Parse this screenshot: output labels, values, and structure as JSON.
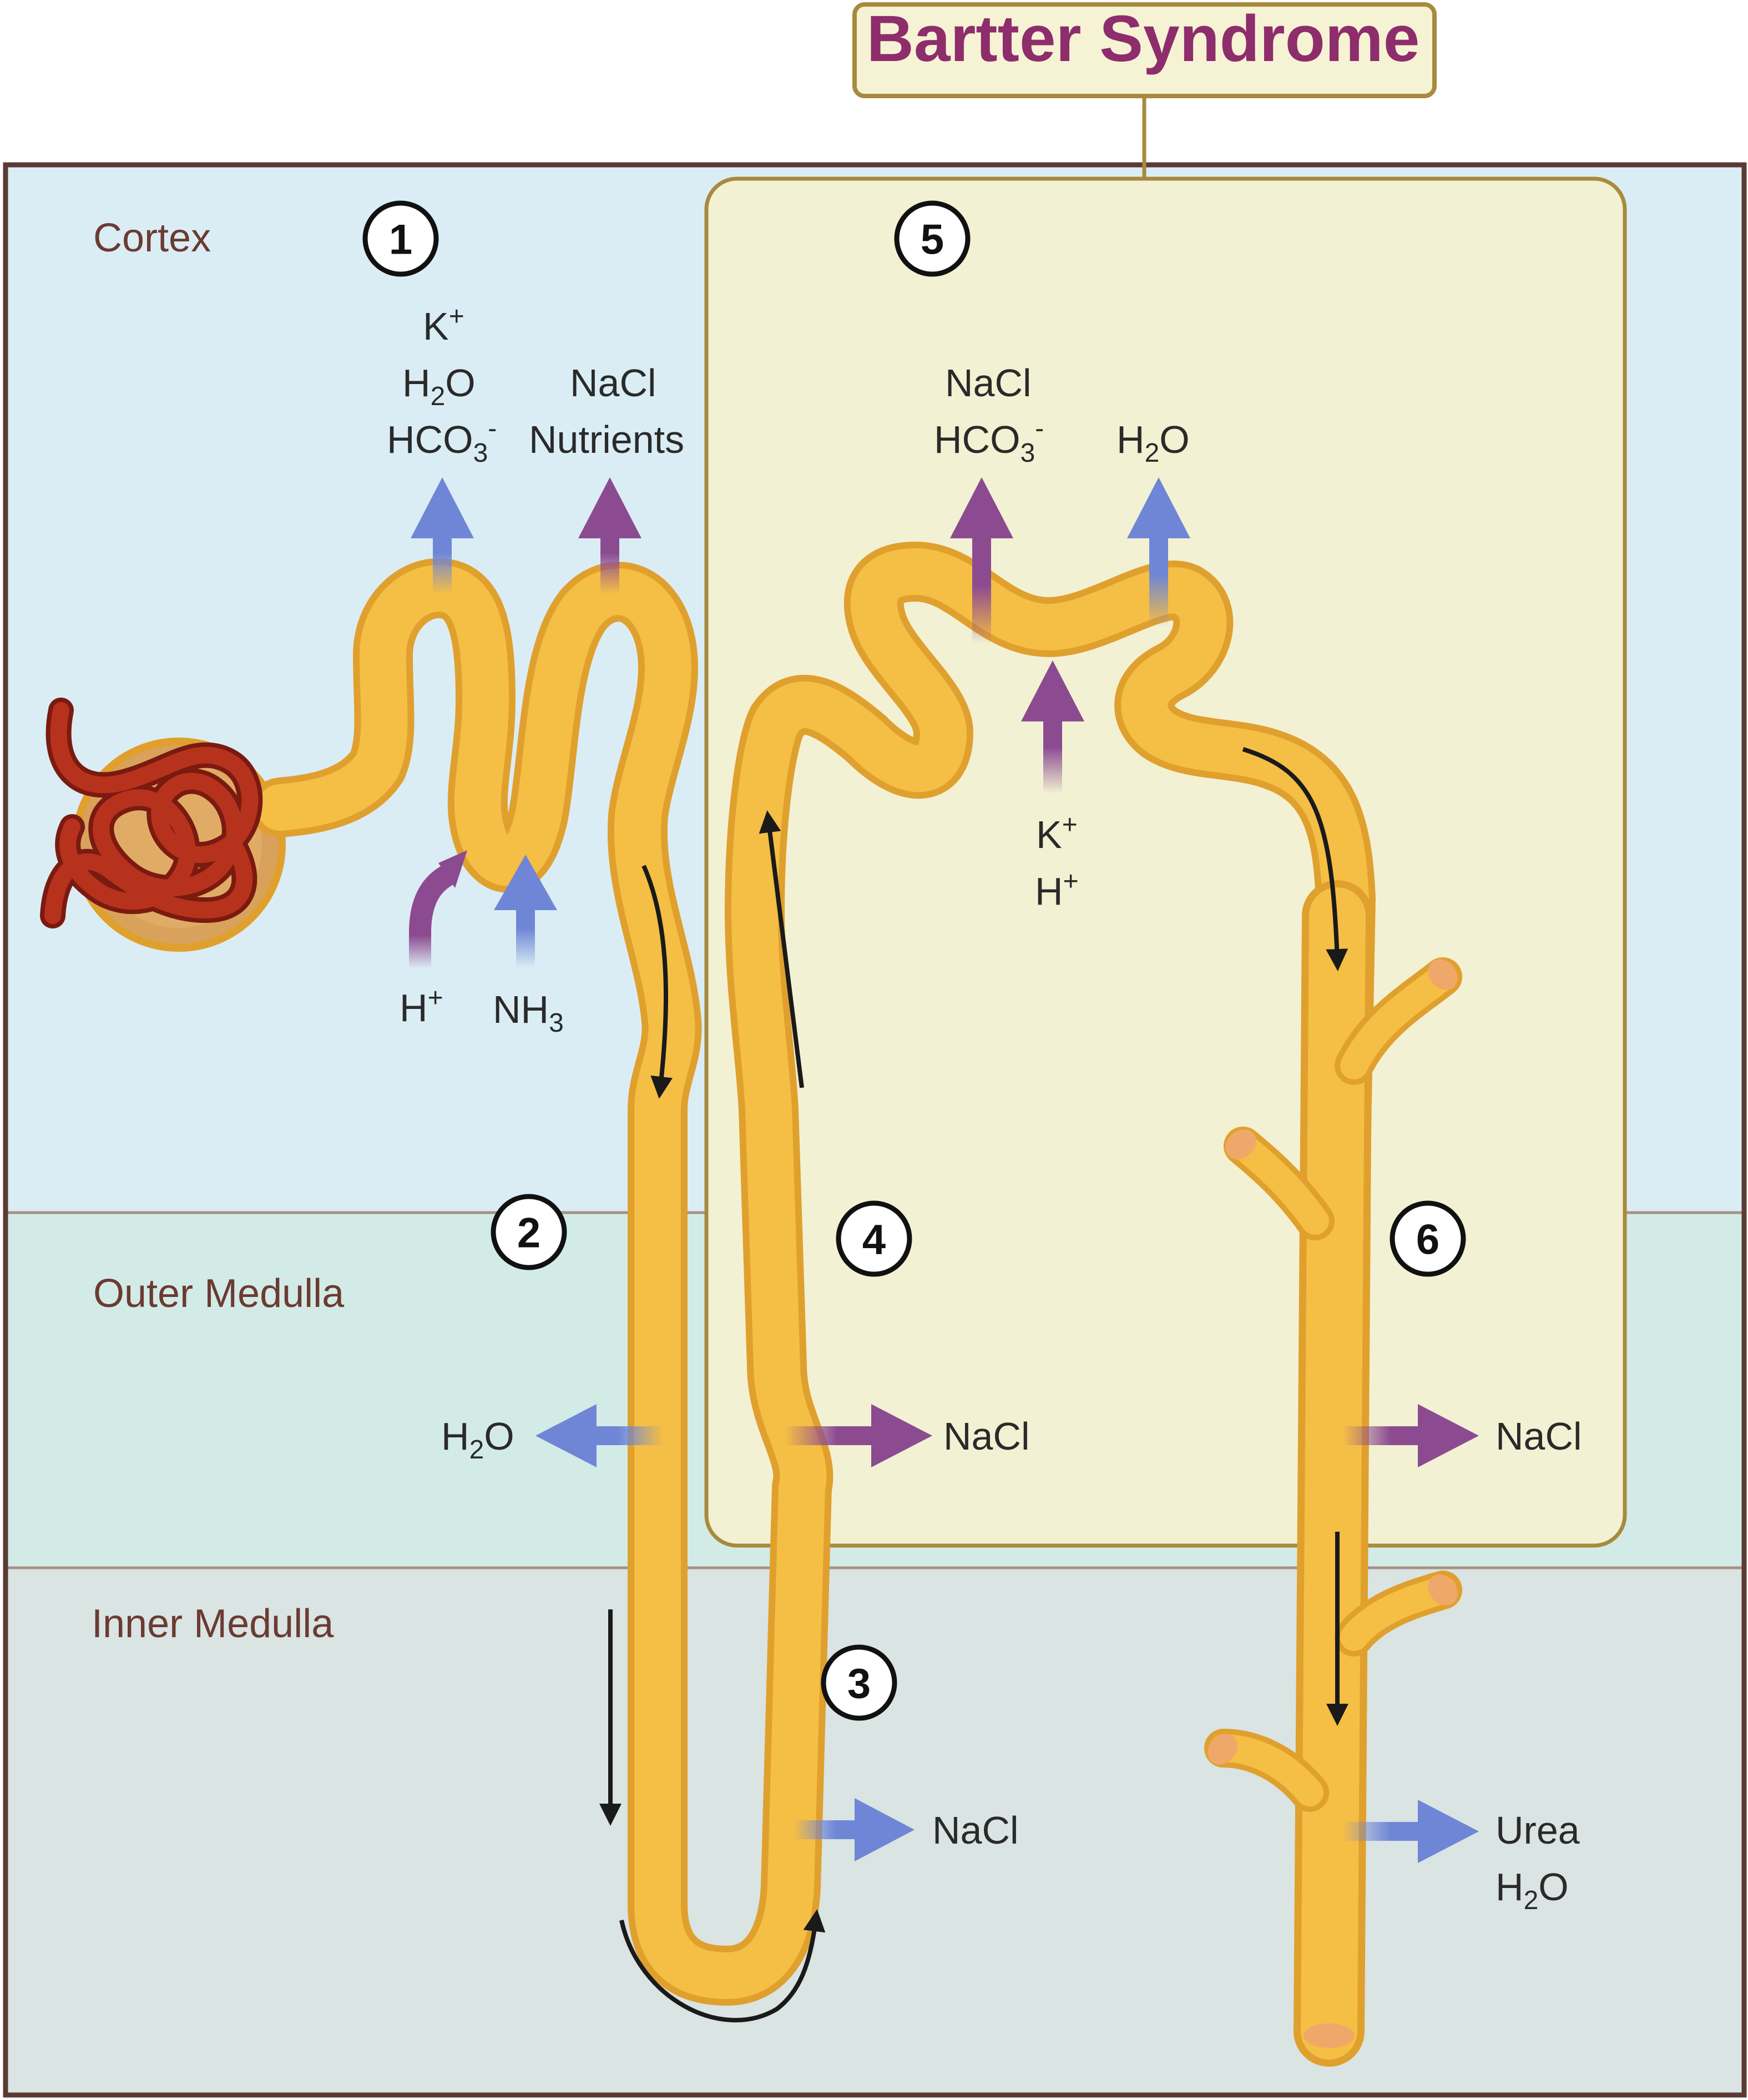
{
  "title": "Bartter Syndrome",
  "zones": {
    "cortex": "Cortex",
    "outer_medulla": "Outer Medulla",
    "inner_medulla": "Inner Medulla"
  },
  "markers": [
    "1",
    "2",
    "3",
    "4",
    "5",
    "6"
  ],
  "segment1": {
    "out_left": {
      "k": "K",
      "k_sup": "+",
      "h2o_h": "H",
      "h2o_sub": "2",
      "h2o_o": "O",
      "hco3_hco": "HCO",
      "hco3_sub": "3",
      "hco3_sup": "-"
    },
    "out_right": {
      "nacl": "NaCl",
      "nutrients": "Nutrients"
    },
    "in_h": {
      "h": "H",
      "sup": "+"
    },
    "in_nh3": {
      "nh": "NH",
      "sub": "3"
    }
  },
  "segment2": {
    "h2o_h": "H",
    "h2o_sub": "2",
    "h2o_o": "O"
  },
  "segment3": {
    "nacl": "NaCl"
  },
  "segment4": {
    "nacl": "NaCl"
  },
  "segment5": {
    "out_left": {
      "nacl": "NaCl",
      "hco3_hco": "HCO",
      "hco3_sub": "3",
      "hco3_sup": "-"
    },
    "out_right": {
      "h2o_h": "H",
      "h2o_sub": "2",
      "h2o_o": "O"
    },
    "in": {
      "k": "K",
      "k_sup": "+",
      "h": "H",
      "h_sup": "+"
    }
  },
  "segment6": {
    "nacl": "NaCl",
    "urea": "Urea",
    "h2o_h": "H",
    "h2o_sub": "2",
    "h2o_o": "O"
  },
  "colors": {
    "cortex": "#dbedf4",
    "outer_medulla": "#d3ebe6",
    "inner_medulla": "#d9e4e3",
    "highlight_box": "#f3f1d3",
    "highlight_border": "#a88a3e",
    "tubule": "#f5be45",
    "tubule_outline": "#e0a02e",
    "blue_arrow": "#6f86d6",
    "purple_arrow": "#8c4b91",
    "title": "#8e2d6b",
    "frame": "#5b3a33"
  }
}
